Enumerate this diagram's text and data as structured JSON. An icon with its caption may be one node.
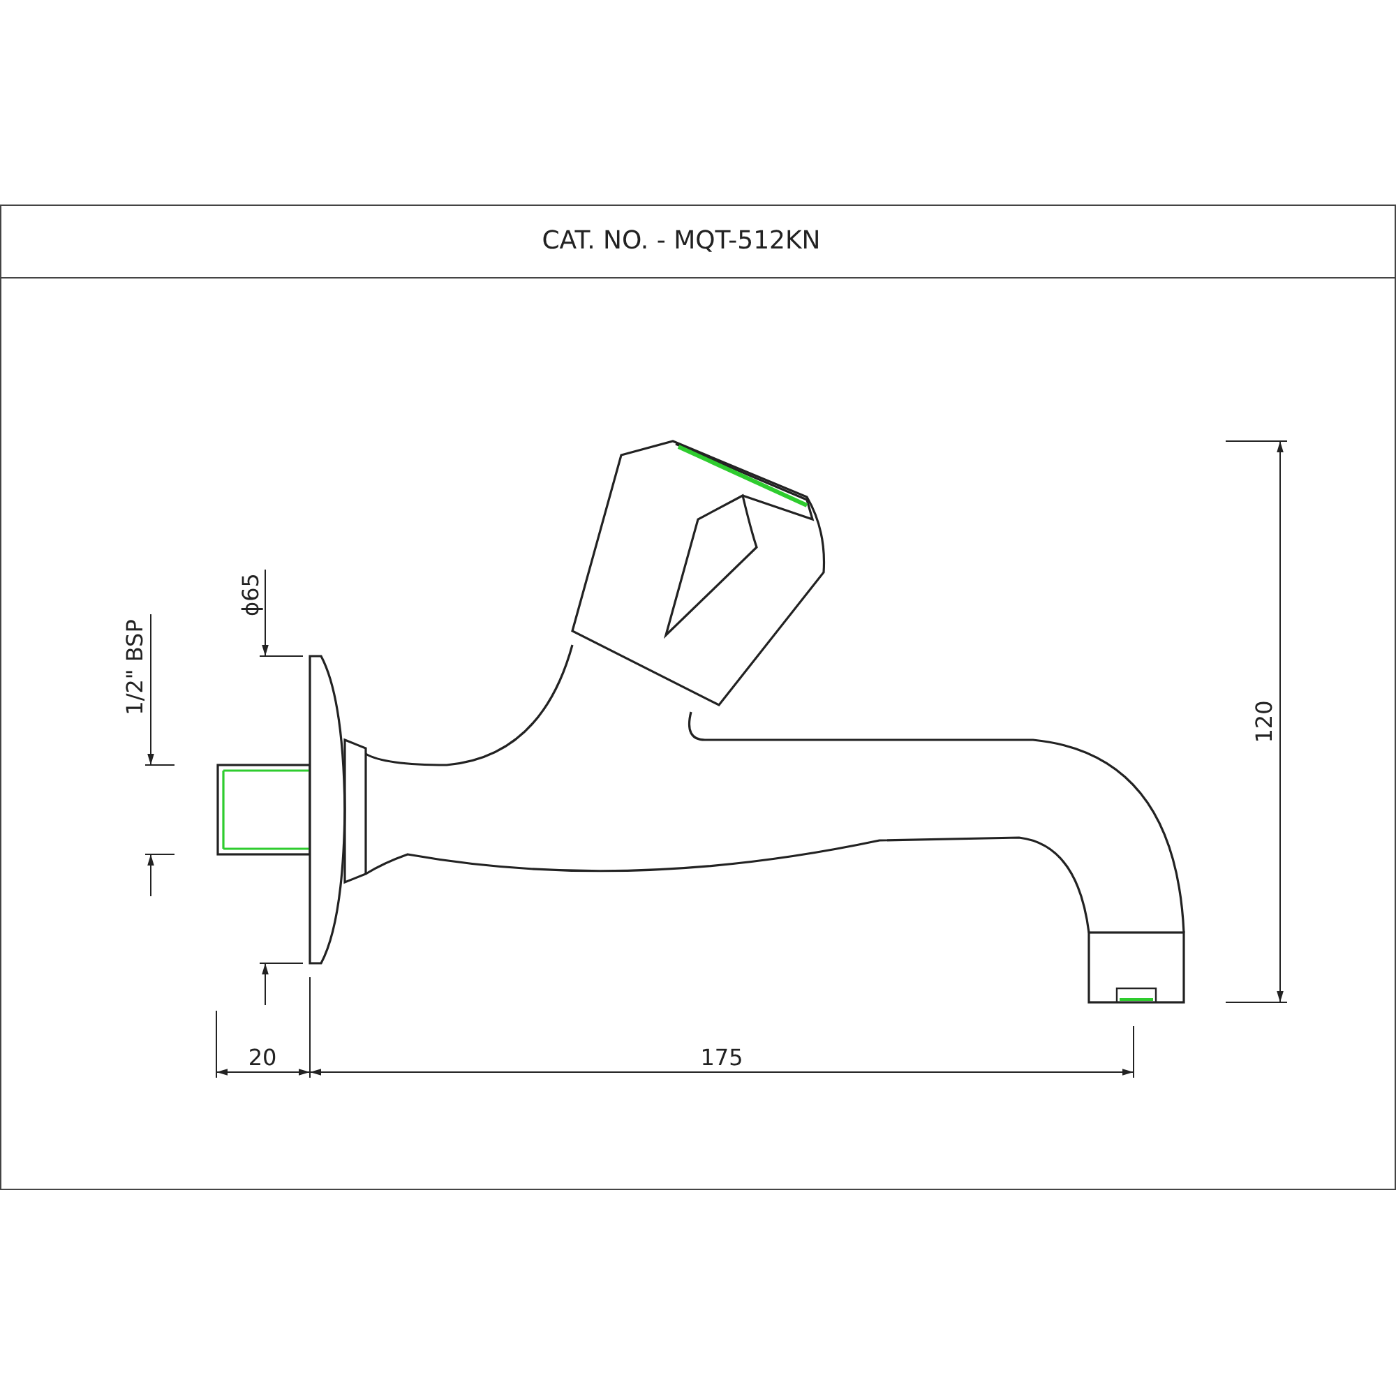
{
  "diagram": {
    "title": "CAT. NO. - MQT-512KN",
    "labels": [
      "ϕ65",
      "1/2\" BSP",
      "120",
      "20",
      "175"
    ]
  }
}
